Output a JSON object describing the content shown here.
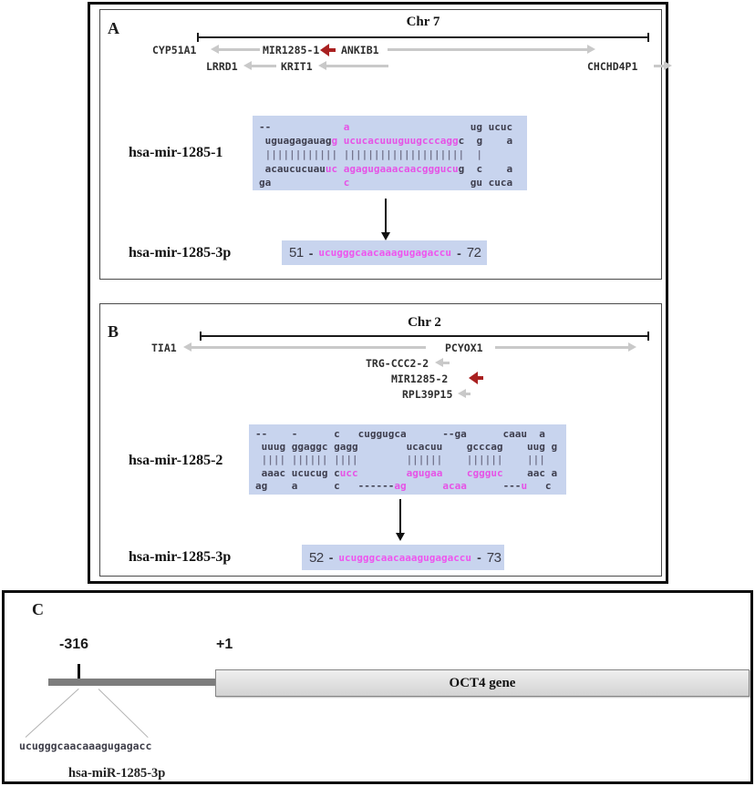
{
  "panelA": {
    "label": "A",
    "chromosome": "Chr 7",
    "genes": [
      {
        "name": "CYP51A1",
        "direction": "left"
      },
      {
        "name": "MIR1285-1",
        "direction": "left",
        "highlight": true
      },
      {
        "name": "ANKIB1",
        "direction": "right"
      },
      {
        "name": "LRRD1",
        "direction": "left"
      },
      {
        "name": "KRIT1",
        "direction": "left"
      },
      {
        "name": "CHCHD4P1",
        "direction": "right"
      }
    ],
    "hairpin_label": "hsa-mir-1285-1",
    "hairpin_lines": [
      [
        {
          "t": "--            ",
          "c": "d"
        },
        {
          "t": "a",
          "c": "p"
        },
        {
          "t": "                    ug ucuc",
          "c": "d"
        }
      ],
      [
        {
          "t": " uguagagauag",
          "c": "d"
        },
        {
          "t": "g",
          "c": "p"
        },
        {
          "t": " ",
          "c": "d"
        },
        {
          "t": "ucucacuuuguugcccagg",
          "c": "p"
        },
        {
          "t": "c  g    a",
          "c": "d"
        }
      ],
      [
        {
          "t": " |||||||||||| ||||||||||||||||||||  |",
          "c": "b"
        }
      ],
      [
        {
          "t": " acaucucuau",
          "c": "d"
        },
        {
          "t": "uc",
          "c": "p"
        },
        {
          "t": " ",
          "c": "d"
        },
        {
          "t": "agagugaaacaacgggucu",
          "c": "p"
        },
        {
          "t": "g  c    a",
          "c": "d"
        }
      ],
      [
        {
          "t": "ga            ",
          "c": "d"
        },
        {
          "t": "c",
          "c": "p"
        },
        {
          "t": "                    gu cuca",
          "c": "d"
        }
      ]
    ],
    "mature_label": "hsa-mir-1285-3p",
    "mature": {
      "start": "51",
      "sep": "-",
      "sequence": "ucugggcaacaaagugagaccu",
      "end": "72"
    }
  },
  "panelB": {
    "label": "B",
    "chromosome": "Chr 2",
    "genes": [
      {
        "name": "TIA1",
        "direction": "left"
      },
      {
        "name": "PCYOX1",
        "direction": "right"
      },
      {
        "name": "TRG-CCC2-2",
        "direction": "left"
      },
      {
        "name": "MIR1285-2",
        "direction": "left",
        "highlight": true
      },
      {
        "name": "RPL39P15",
        "direction": "left"
      }
    ],
    "hairpin_label": "hsa-mir-1285-2",
    "hairpin_lines": [
      [
        {
          "t": "--    -      c   cuggugca      --ga      caau  a",
          "c": "d"
        }
      ],
      [
        {
          "t": " uuug ggaggc gagg        ucacuu    gcccag    uug g",
          "c": "d"
        }
      ],
      [
        {
          "t": " |||| |||||| ||||        ||||||    ||||||    |||",
          "c": "b"
        }
      ],
      [
        {
          "t": " aaac ucucug c",
          "c": "d"
        },
        {
          "t": "ucc",
          "c": "p"
        },
        {
          "t": "        ",
          "c": "d"
        },
        {
          "t": "agugaa",
          "c": "p"
        },
        {
          "t": "    ",
          "c": "d"
        },
        {
          "t": "cggguc",
          "c": "p"
        },
        {
          "t": "    aac a",
          "c": "d"
        }
      ],
      [
        {
          "t": "ag    a      c   ------",
          "c": "d"
        },
        {
          "t": "ag",
          "c": "p"
        },
        {
          "t": "      ",
          "c": "d"
        },
        {
          "t": "acaa",
          "c": "p"
        },
        {
          "t": "      ---",
          "c": "d"
        },
        {
          "t": "u",
          "c": "p"
        },
        {
          "t": "   c",
          "c": "d"
        }
      ]
    ],
    "mature_label": "hsa-mir-1285-3p",
    "mature": {
      "start": "52",
      "sep": "-",
      "sequence": "ucugggcaacaaagugagaccu",
      "end": "73"
    }
  },
  "panelC": {
    "label": "C",
    "upstream_pos": "-316",
    "tss_pos": "+1",
    "gene_label": "OCT4 gene",
    "binding_sequence": "ucugggcaacaaagugagacc",
    "mirna_label": "hsa-miR-1285-3p"
  },
  "colors": {
    "sequence_box_bg": "#c8d4ee",
    "mature_sequence_pink": "#ee55ee",
    "hairpin_pink": "#e653e6",
    "gene_arrow_gray": "#c9c9c9",
    "mir_arrow_red": "#a92020",
    "promoter_bar_gray": "#7d7d7d",
    "oct4_box_gray": "#d9d9d9"
  }
}
